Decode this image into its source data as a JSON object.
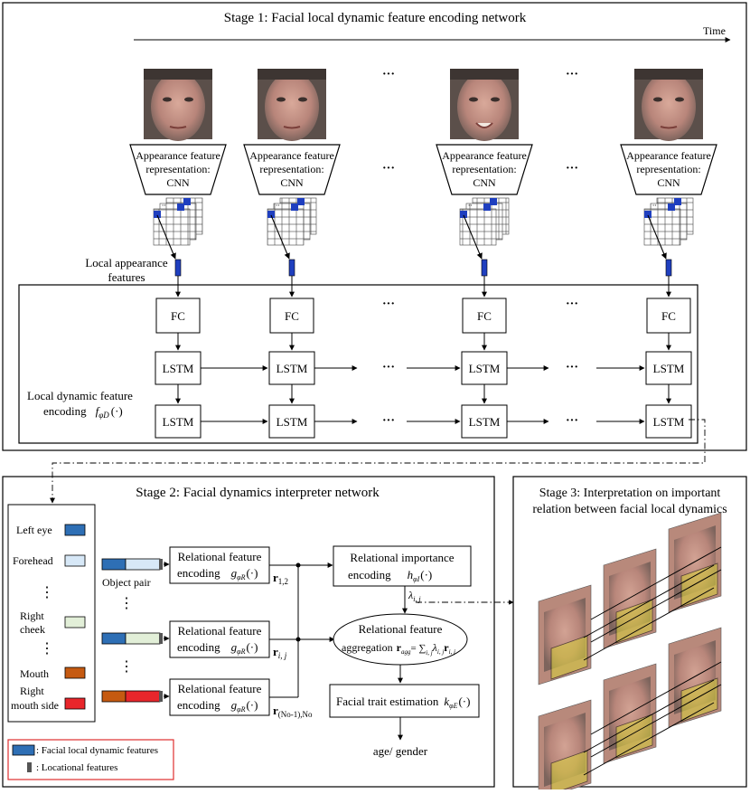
{
  "stage1": {
    "title": "Stage 1: Facial local dynamic feature encoding network",
    "time_label": "Time",
    "ellipsis": "···",
    "cnn_lines": [
      "Appearance feature",
      "representation:",
      "CNN"
    ],
    "fc_label": "FC",
    "lstm_label": "LSTM",
    "local_appearance_lines": [
      "Local appearance",
      "features"
    ],
    "local_dynamic_lines": [
      "Local dynamic feature",
      "encoding"
    ],
    "f_symbol": "f",
    "f_sub": "φD",
    "f_arg": "(·)"
  },
  "stage2": {
    "title": "Stage 2: Facial dynamics interpreter network",
    "regions": [
      "Left eye",
      "Forehead",
      "Right",
      "cheek",
      "Mouth",
      "Right",
      "mouth side"
    ],
    "vdots": "⋮",
    "object_pair": "Object pair",
    "rel_encoding_line1": "Relational feature",
    "rel_encoding_line2": "encoding",
    "g_symbol": "g",
    "g_sub": "φR",
    "arg": "(·)",
    "r12": "r",
    "r12_sub": "1,2",
    "rij": "r",
    "rij_sub": "i, j",
    "rN": "r",
    "rN_sub": "(No-1),No",
    "importance_line1": "Relational importance",
    "importance_line2": "encoding",
    "h_symbol": "h",
    "h_sub": "φI",
    "lambda": "λ",
    "lambda_sub": "i, j",
    "aggregation_line1": "Relational feature",
    "aggregation_line2": "aggregation",
    "agg_formula": "r",
    "agg_sub": "agg",
    "agg_eq": "= ∑",
    "agg_sum_sub": "i, j",
    "agg_term": "λ",
    "agg_term_sub": "i, j",
    "agg_term_r": "r",
    "agg_term_r_sub": "i, j",
    "trait_label": "Facial trait estimation",
    "k_symbol": "k",
    "k_sub": "φE",
    "output": "age/ gender",
    "legend_dynamic": ": Facial local dynamic features",
    "legend_locational": ": Locational features"
  },
  "stage3": {
    "title_lines": [
      "Stage 3: Interpretation on important",
      "relation between facial local dynamics"
    ]
  },
  "colors": {
    "blue": "#2e6fb5",
    "light_blue": "#d7e8f7",
    "light_green": "#e2efd8",
    "orange": "#c55a11",
    "red": "#e8262b",
    "dark": "#222222",
    "legend_border": "#e03030",
    "cnn_blue": "#1f3fbf",
    "highlight_yellow": "#d8d23a"
  }
}
